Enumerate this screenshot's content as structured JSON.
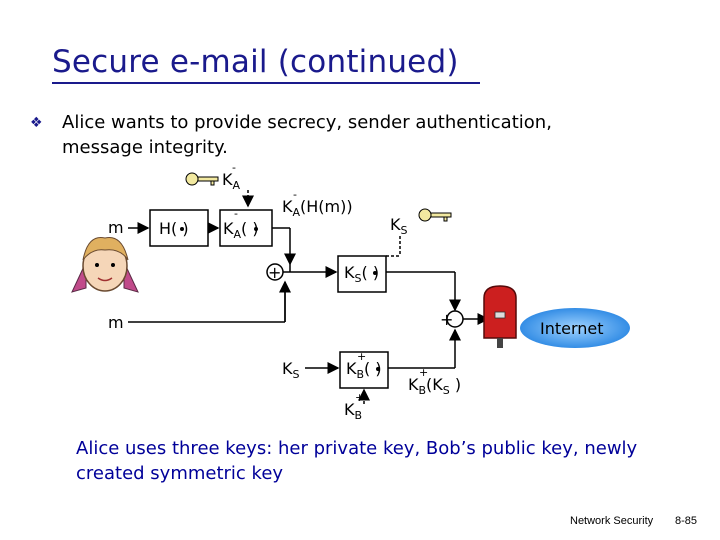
{
  "title": "Secure e-mail (continued)",
  "bullet": "Alice wants to provide secrecy, sender authentication, message integrity.",
  "caption": "Alice uses three keys: her private key, Bob’s public key, newly created symmetric key",
  "footer": {
    "label": "Network Security",
    "page": "8-85"
  },
  "diagram": {
    "message_top": "m",
    "message_bottom": "m",
    "hash_box": "H( )",
    "sign_box_main": "K",
    "sign_box_sub": "A",
    "sign_box_sup": "-",
    "sign_box_tail": "( )",
    "private_key_main": "K",
    "private_key_sub": "A",
    "private_key_sup": "-",
    "signed_hash_main": "K",
    "signed_hash_sub": "A",
    "signed_hash_sup": "-",
    "signed_hash_tail": "(H(m))",
    "sym_key_main": "K",
    "sym_key_sub": "S",
    "sym_enc_main": "K",
    "sym_enc_sub": "S",
    "sym_enc_tail": "( )",
    "plus_1": "+",
    "plus_2": "+",
    "ks_lower_main": "K",
    "ks_lower_sub": "S",
    "pub_enc_main": "K",
    "pub_enc_sub": "B",
    "pub_enc_sup": "+",
    "pub_enc_tail": "( )",
    "pub_key_main": "K",
    "pub_key_sub": "B",
    "pub_key_sup": "+",
    "enc_key_main": "K",
    "enc_key_sub": "B",
    "enc_key_sup": "+",
    "enc_key_tail": "(K",
    "enc_key_sub2": "S",
    "enc_key_close": " )",
    "internet": "Internet"
  },
  "colors": {
    "title": "#1a1a8c",
    "key": "#f2e9a0",
    "mailbox": "#cc1f1f",
    "cloud": "#1e7fe0"
  }
}
